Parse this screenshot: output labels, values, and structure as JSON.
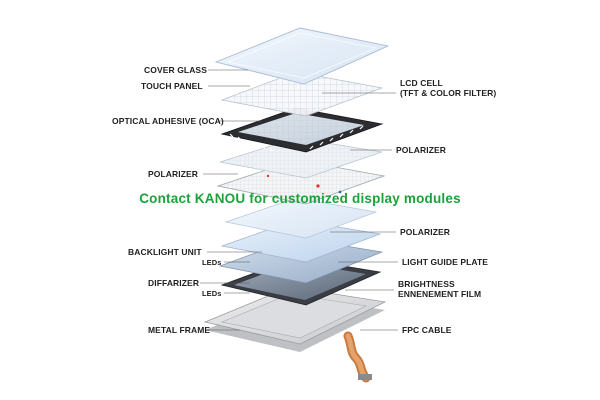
{
  "labels": {
    "cover_glass": "COVER GLASS",
    "touch_panel": "TOUCH PANEL",
    "optical_adhesive": "OPTICAL ADHESIVE (OCA)",
    "polarizer_left": "POLARIZER",
    "backlight_unit": "BACKLIGHT UNIT",
    "leds_top": "LEDs",
    "diffarizer": "DIFFARIZER",
    "leds_bottom": "LEDs",
    "metal_frame": "METAL FRAME",
    "lcd_cell_line1": "LCD CELL",
    "lcd_cell_line2": "(TFT & COLOR FILTER)",
    "polarizer_right_top": "POLARIZER",
    "polarizer_right_mid": "POLARIZER",
    "light_guide_plate": "LIGHT GUIDE PLATE",
    "brightness_line1": "BRIGHTNESS",
    "brightness_line2": "ENNENEMENT FILM",
    "fpc_cable": "FPC CABLE"
  },
  "watermark": "Contact KANOU for customized display modules",
  "colors": {
    "watermark": "#1aa33a",
    "leader_line": "#555555",
    "oca_dark": "#2b2d31",
    "frame": "#d9d9db",
    "fpc": "#d88a4e"
  }
}
